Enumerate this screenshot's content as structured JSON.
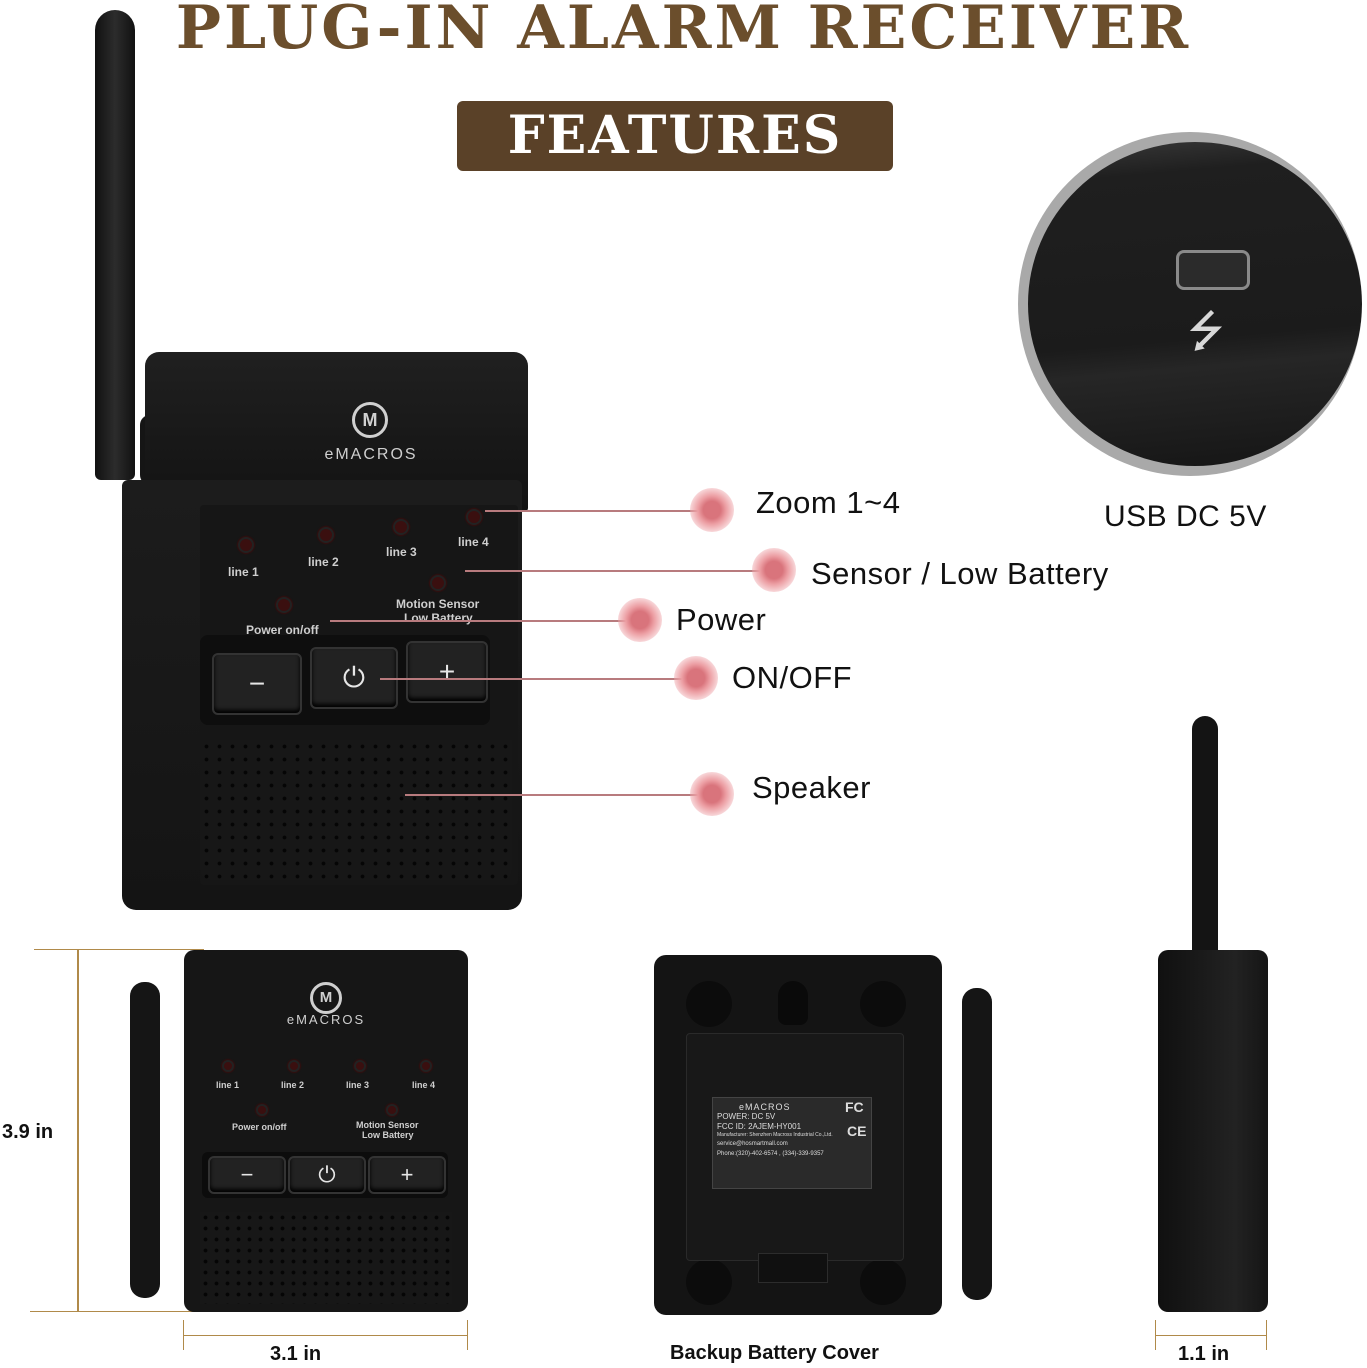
{
  "header": {
    "title": "PLUG-IN ALARM RECEIVER",
    "badge": "FEATURES"
  },
  "features": {
    "zoom": "Zoom 1~4",
    "sensor": "Sensor / Low Battery",
    "power": "Power",
    "onoff": "ON/OFF",
    "speaker": "Speaker"
  },
  "usb": {
    "label": "USB DC 5V"
  },
  "device": {
    "brand": "eMACROS",
    "leds": [
      "line 1",
      "line 2",
      "line 3",
      "line 4"
    ],
    "power_label": "Power on/off",
    "motion_label": "Motion  Sensor",
    "battery_label": "Low Battery",
    "minus": "−",
    "plus": "+",
    "power_symbol": "⏻"
  },
  "back_label": {
    "brand": "eMACROS",
    "power": "POWER: DC 5V",
    "fcc": "FCC ID: 2AJEM-HY001",
    "manufacturer": "Manufacturer: Shenzhen Macross Industrial Co.,Ltd.",
    "email": "service@hosmartmall.com",
    "phone": "Phone:(320)-402-6574 , (334)-339-9357",
    "fc_mark": "FC",
    "ce_mark": "CE"
  },
  "dimensions": {
    "height": "3.9 in",
    "width": "3.1 in",
    "depth": "1.1 in",
    "back_caption": "Backup Battery Cover"
  }
}
